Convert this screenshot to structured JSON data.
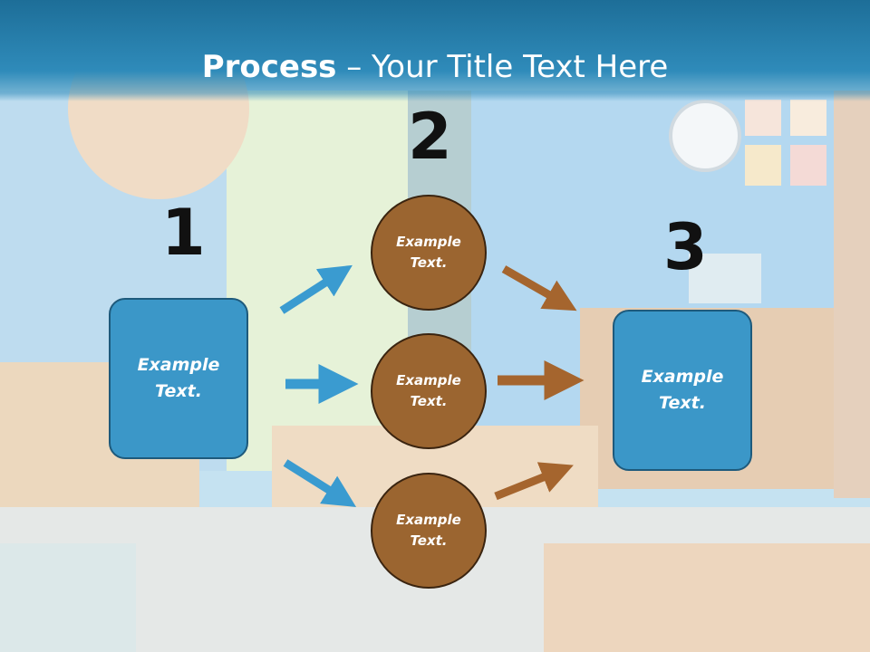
{
  "title": {
    "bold": "Process",
    "rest": " – Your Title Text Here"
  },
  "steps": {
    "one": "1",
    "two": "2",
    "three": "3"
  },
  "left_box": {
    "text": "Example Text."
  },
  "right_box": {
    "text": "Example Text."
  },
  "circles": [
    {
      "text": "Example Text."
    },
    {
      "text": "Example Text."
    },
    {
      "text": "Example Text."
    }
  ],
  "colors": {
    "box": "#3b97c8",
    "circle": "#9b6530",
    "blue_arrow": "#3a9bd0",
    "brown_arrow": "#a5652e",
    "title_band": "#2f8bba"
  }
}
